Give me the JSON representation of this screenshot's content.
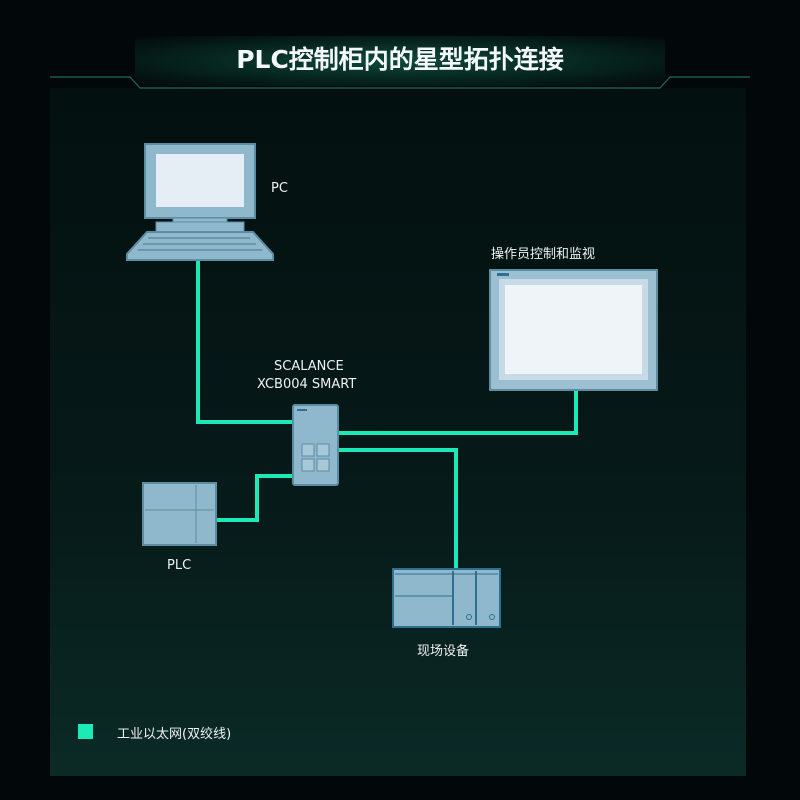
{
  "title": "PLC控制柜内的星型拓扑连接",
  "nodes": {
    "pc": "PC",
    "hmi": "操作员控制和监视",
    "switch_line1": "SCALANCE",
    "switch_line2": "XCB004 SMART",
    "plc": "PLC",
    "field": "现场设备"
  },
  "legend": {
    "label": "工业以太网(双绞线)",
    "color": "#1de9b6"
  },
  "colors": {
    "cable": "#1de9b6",
    "device": "#8fb8cc",
    "screen": "#e4eef4"
  }
}
